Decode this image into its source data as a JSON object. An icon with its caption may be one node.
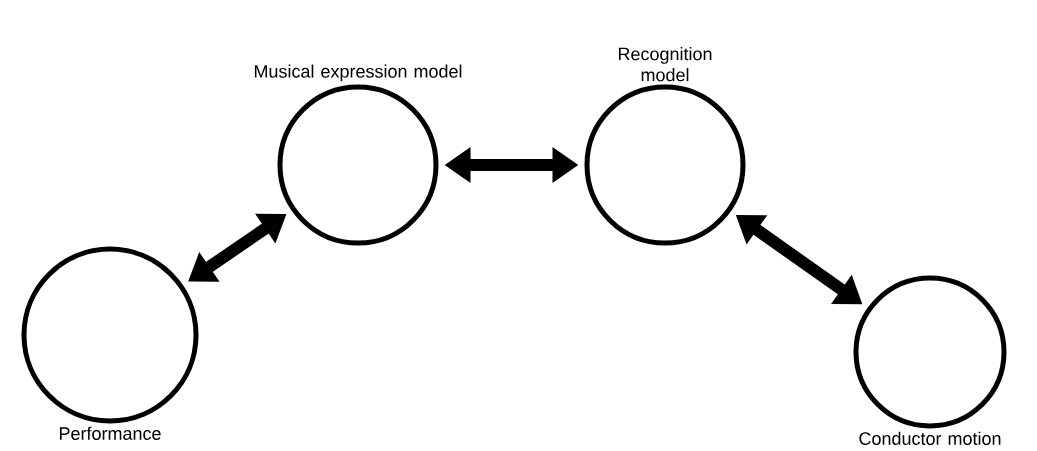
{
  "diagram": {
    "nodes": [
      {
        "text": [
          "Performance"
        ]
      },
      {
        "text": [
          "Musical expression model"
        ]
      },
      {
        "text": [
          "Recognition model"
        ]
      },
      {
        "text": [
          "Conductor motion"
        ]
      }
    ],
    "edges": [
      {
        "from": 0,
        "to": 1,
        "arrow": "both"
      },
      {
        "from": 1,
        "to": 2,
        "arrow": "both"
      },
      {
        "from": 2,
        "to": 3,
        "arrow": "both"
      }
    ]
  }
}
